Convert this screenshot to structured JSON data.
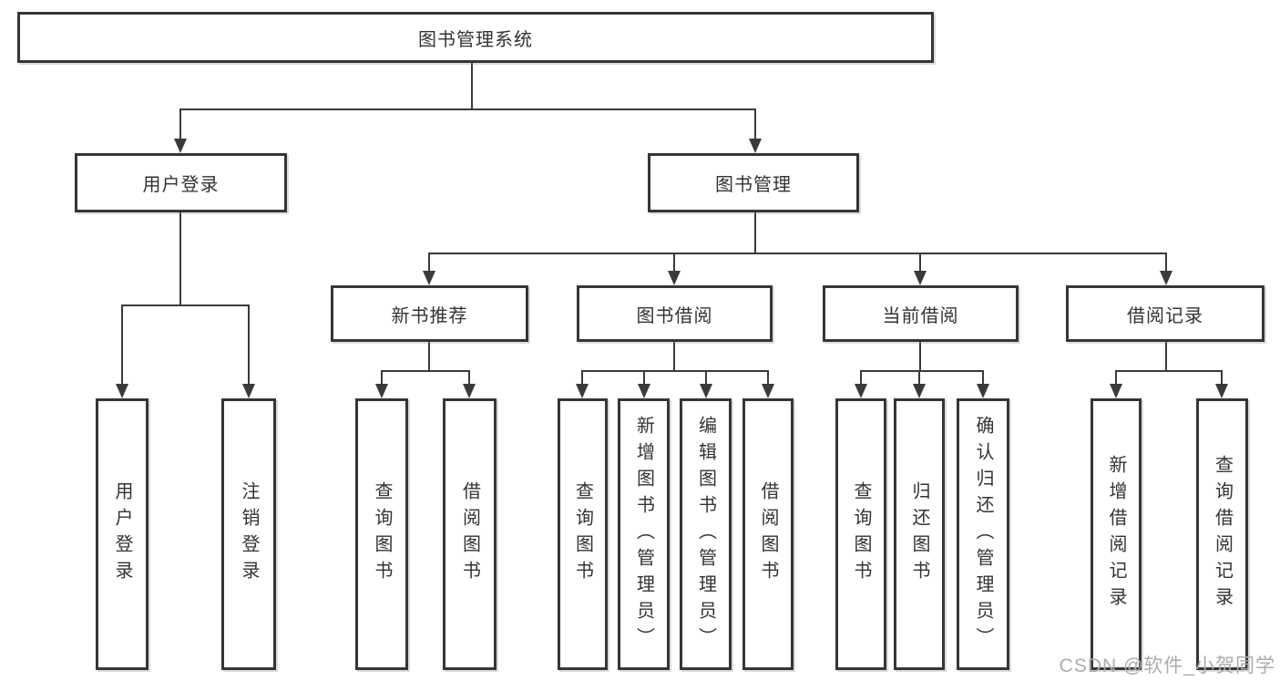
{
  "tree": {
    "root": {
      "label": "图书管理系统",
      "children": [
        {
          "label": "用户登录",
          "children": [
            {
              "label": "用户登录"
            },
            {
              "label": "注销登录"
            }
          ]
        },
        {
          "label": "图书管理",
          "children": [
            {
              "label": "新书推荐",
              "children": [
                {
                  "label": "查询图书"
                },
                {
                  "label": "借阅图书"
                }
              ]
            },
            {
              "label": "图书借阅",
              "children": [
                {
                  "label": "查询图书"
                },
                {
                  "label": "新增图书（管理员）"
                },
                {
                  "label": "编辑图书（管理员）"
                },
                {
                  "label": "借阅图书"
                }
              ]
            },
            {
              "label": "当前借阅",
              "children": [
                {
                  "label": "查询图书"
                },
                {
                  "label": "归还图书"
                },
                {
                  "label": "确认归还（管理员）"
                }
              ]
            },
            {
              "label": "借阅记录",
              "children": [
                {
                  "label": "新增借阅记录"
                },
                {
                  "label": "查询借阅记录"
                }
              ]
            }
          ]
        }
      ]
    }
  },
  "watermark": {
    "text": "CSDN @软件_小贺同学"
  },
  "colors": {
    "line": "#3a3a3a",
    "box_border": "#363636",
    "box_fill": "#ffffff",
    "text": "#333333",
    "watermark": "#acacac",
    "background": "#ffffff"
  }
}
